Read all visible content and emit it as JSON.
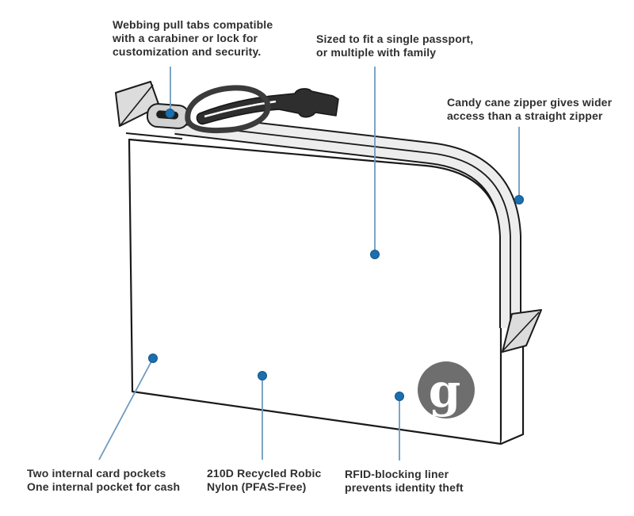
{
  "diagram": {
    "title": "passport-pouch-feature-callouts",
    "background": "#ffffff",
    "outline_color": "#1a1a1a",
    "fabric_fill": "#ffffff",
    "zipper_tape_fill": "#ededed",
    "webbing_tab_fill": "#dcdcdc",
    "pull_cord_fill": "#2e2e2e",
    "callout_line_color": "#6f9ac0",
    "callout_dot_color": "#1a6fae",
    "logo": {
      "letter": "g",
      "disc_color": "#6e6e6e",
      "letter_color": "#ffffff"
    }
  },
  "annotations": [
    {
      "id": "webbing-pull-tabs",
      "lines": [
        "Webbing pull tabs compatible",
        "with a carabiner or lock for",
        "customization and security."
      ]
    },
    {
      "id": "sized-to-fit",
      "lines": [
        "Sized to fit a single passport,",
        "or multiple with family"
      ]
    },
    {
      "id": "candy-cane-zipper",
      "lines": [
        "Candy cane zipper gives wider",
        "access than a straight zipper"
      ]
    },
    {
      "id": "internal-pockets",
      "lines": [
        "Two internal card pockets",
        "One internal pocket for cash"
      ]
    },
    {
      "id": "fabric-material",
      "lines": [
        "210D Recycled Robic",
        "Nylon (PFAS-Free)"
      ]
    },
    {
      "id": "rfid-liner",
      "lines": [
        "RFID-blocking liner",
        "prevents identity theft"
      ]
    }
  ]
}
